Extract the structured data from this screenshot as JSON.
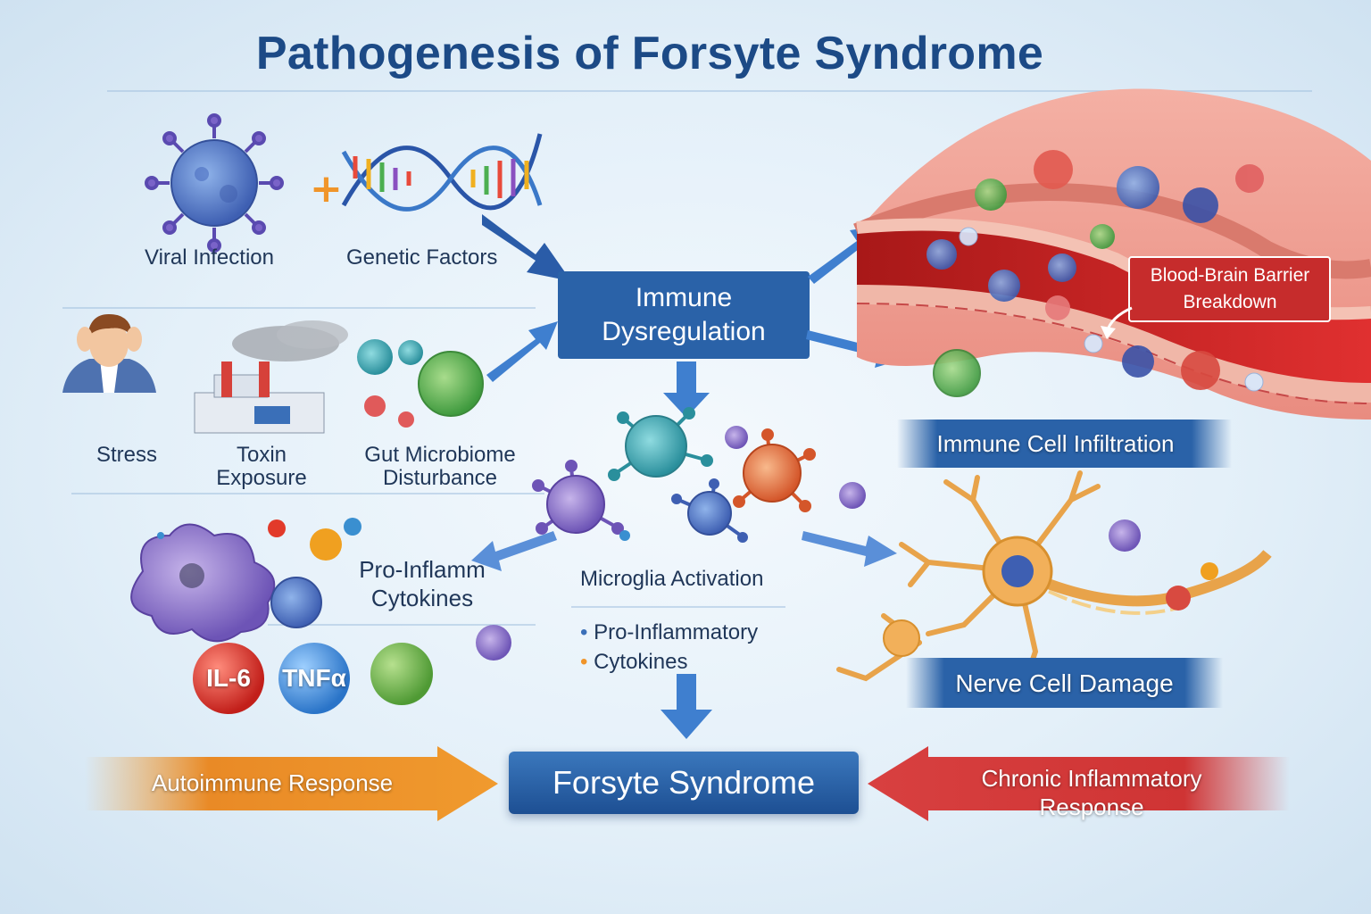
{
  "title": "Pathogenesis of Forsyte Syndrome",
  "triggers": {
    "viral_infection": "Viral Infection",
    "genetic_factors": "Genetic Factors",
    "stress": "Stress",
    "toxin_exposure": [
      "Toxin",
      "Exposure"
    ],
    "gut_microbiome": [
      "Gut Microbiome",
      "Disturbance"
    ]
  },
  "immune_dysregulation": [
    "Immune",
    "Dysregulation"
  ],
  "bbb_breakdown": [
    "Blood-Brain Barrier",
    "Breakdown"
  ],
  "immune_cell_infiltration": "Immune Cell Infiltration",
  "microglia_activation": "Microglia Activation",
  "microglia_outputs": [
    "Pro-Inflammatory",
    "Cytokines"
  ],
  "pro_inflamm_cytokines": [
    "Pro-Inflamm",
    "Cytokines"
  ],
  "cytokine_badges": [
    "IL-6",
    "TNFα"
  ],
  "nerve_cell_damage": "Nerve Cell Damage",
  "outcome": "Forsyte Syndrome",
  "autoimmune_response": "Autoimmune Response",
  "chronic_inflammatory": [
    "Chronic Inflammatory",
    "Response"
  ],
  "colors": {
    "title": "#1c4a86",
    "box_blue": "#2a62a8",
    "autoimmune_orange": "#f0952a",
    "chronic_red": "#d23a3a",
    "bbb_red": "#c62c2c",
    "il6_red": "#d8302a",
    "tnf_blue": "#3a86d6"
  },
  "icons": [
    "virus-icon",
    "dna-helix-icon",
    "stressed-person-icon",
    "factory-icon",
    "microbe-icon",
    "blood-vessel-illustration",
    "microglia-cells-icon",
    "neuron-icon",
    "macrophage-icon"
  ]
}
